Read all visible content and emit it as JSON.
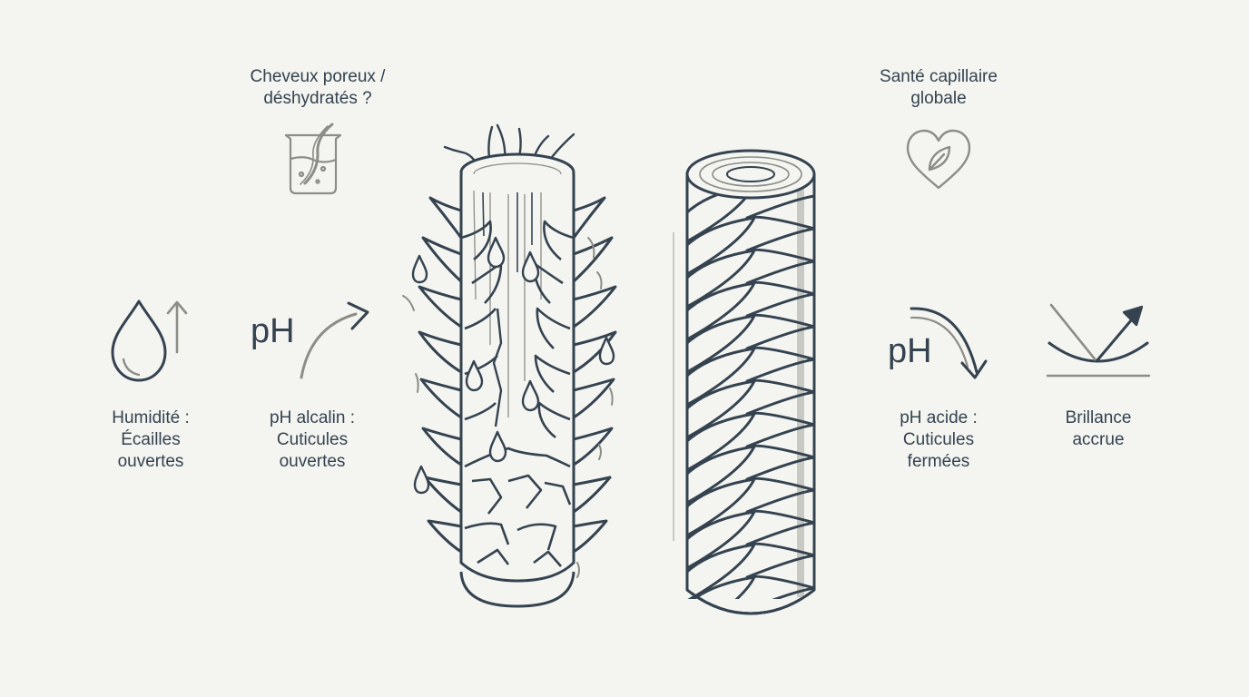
{
  "labels": {
    "porous": "Cheveux poreux /\ndéshydratés ?",
    "health": "Santé capillaire\nglobale",
    "humidity": "Humidité :\nÉcailles\nouvertes",
    "alkaline": "pH alcalin :\nCuticules\nouvertes",
    "acid": "pH acide :\nCuticules\nfermées",
    "shine": "Brillance\naccrue"
  },
  "ph_symbol": "pH",
  "icons": [
    "beaker-hair-icon",
    "heart-leaf-icon",
    "water-drop-icon",
    "arrow-up-icon",
    "arrow-curve-up-icon",
    "arrow-curve-down-icon",
    "light-reflection-icon"
  ],
  "colors": {
    "ink": "#34434f",
    "accent_gray": "#8d8d87",
    "background": "#f4f4f1"
  }
}
